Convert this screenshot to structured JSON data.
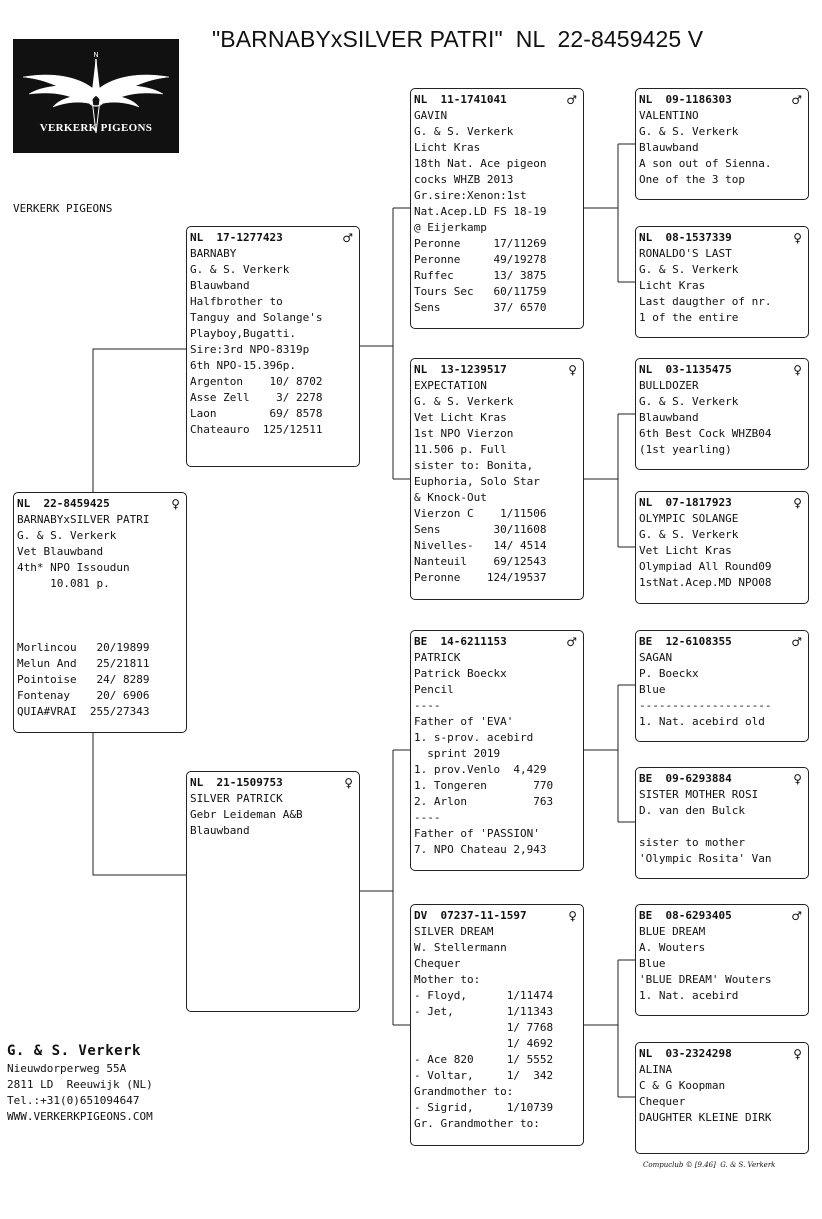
{
  "title": "\"BARNABYxSILVER PATRI\"  NL  22-8459425 V",
  "logo": {
    "text": "VERKERK PIGEONS",
    "compass_letter": "N"
  },
  "side_label": "VERKERK PIGEONS",
  "owner": {
    "name": "G. & S. Verkerk",
    "lines": [
      "Nieuwdorperweg 55A",
      "2811 LD  Reeuwijk (NL)",
      "Tel.:+31(0)651094647",
      "WWW.VERKERKPIGEONS.COM"
    ]
  },
  "footer": "Compuclub © [9.46]  G. & S. Verkerk",
  "symbols": {
    "male": "♂",
    "female": "♀"
  },
  "pigeons": {
    "subject": {
      "ring": "NL  22-8459425",
      "sex": "♀",
      "lines": [
        "BARNABYxSILVER PATRI",
        "G. & S. Verkerk",
        "Vet Blauwband",
        "4th* NPO Issoudun",
        "     10.081 p.",
        "",
        "",
        "",
        "Morlincou   20/19899",
        "Melun And   25/21811",
        "Pointoise   24/ 8289",
        "Fontenay    20/ 6906",
        "QUIA#VRAI  255/27343"
      ]
    },
    "sire": {
      "ring": "NL  17-1277423",
      "sex": "♂",
      "lines": [
        "BARNABY",
        "G. & S. Verkerk",
        "Blauwband",
        "Halfbrother to",
        "Tanguy and Solange's",
        "Playboy,Bugatti.",
        "Sire:3rd NPO-8319p",
        "6th NPO-15.396p.",
        "Argenton    10/ 8702",
        "Asse Zell    3/ 2278",
        "Laon        69/ 8578",
        "Chateauro  125/12511"
      ]
    },
    "dam": {
      "ring": "NL  21-1509753",
      "sex": "♀",
      "lines": [
        "SILVER PATRICK",
        "Gebr Leideman A&B",
        "Blauwband"
      ]
    },
    "ss": {
      "ring": "NL  11-1741041",
      "sex": "♂",
      "lines": [
        "GAVIN",
        "G. & S. Verkerk",
        "Licht Kras",
        "18th Nat. Ace pigeon",
        "cocks WHZB 2013",
        "Gr.sire:Xenon:1st",
        "Nat.Acep.LD FS 18-19",
        "@ Eijerkamp",
        "Peronne     17/11269",
        "Peronne     49/19278",
        "Ruffec      13/ 3875",
        "Tours Sec   60/11759",
        "Sens        37/ 6570"
      ]
    },
    "sd": {
      "ring": "NL  13-1239517",
      "sex": "♀",
      "lines": [
        "EXPECTATION",
        "G. & S. Verkerk",
        "Vet Licht Kras",
        "1st NPO Vierzon",
        "11.506 p. Full",
        "sister to: Bonita,",
        "Euphoria, Solo Star",
        "& Knock-Out",
        "Vierzon C    1/11506",
        "Sens        30/11608",
        "Nivelles-   14/ 4514",
        "Nanteuil    69/12543",
        "Peronne    124/19537"
      ]
    },
    "ds": {
      "ring": "BE  14-6211153",
      "sex": "♂",
      "lines": [
        "PATRICK",
        "Patrick Boeckx",
        "Pencil",
        "----",
        "Father of 'EVA'",
        "1. s-prov. acebird",
        "  sprint 2019",
        "1. prov.Venlo  4,429",
        "1. Tongeren       770",
        "2. Arlon          763",
        "----",
        "Father of 'PASSION'",
        "7. NPO Chateau 2,943"
      ]
    },
    "dd": {
      "ring": "DV  07237-11-1597",
      "sex": "♀",
      "lines": [
        "SILVER DREAM",
        "W. Stellermann",
        "Chequer",
        "Mother to:",
        "- Floyd,      1/11474",
        "- Jet,        1/11343",
        "              1/ 7768",
        "              1/ 4692",
        "- Ace 820     1/ 5552",
        "- Voltar,     1/  342",
        "Grandmother to:",
        "- Sigrid,     1/10739",
        "Gr. Grandmother to:"
      ]
    },
    "sss": {
      "ring": "NL  09-1186303",
      "sex": "♂",
      "lines": [
        "VALENTINO",
        "G. & S. Verkerk",
        "Blauwband",
        "A son out of Sienna.",
        "One of the 3 top"
      ]
    },
    "ssd": {
      "ring": "NL  08-1537339",
      "sex": "♀",
      "lines": [
        "RONALDO'S LAST",
        "G. & S. Verkerk",
        "Licht Kras",
        "Last daugther of nr.",
        "1 of the entire"
      ]
    },
    "sds": {
      "ring": "NL  03-1135475",
      "sex": "♀",
      "lines": [
        "BULLDOZER",
        "G. & S. Verkerk",
        "Blauwband",
        "6th Best Cock WHZB04",
        "(1st yearling)"
      ]
    },
    "sdd": {
      "ring": "NL  07-1817923",
      "sex": "♀",
      "lines": [
        "OLYMPIC SOLANGE",
        "G. & S. Verkerk",
        "Vet Licht Kras",
        "Olympiad All Round09",
        "1stNat.Acep.MD NPO08"
      ]
    },
    "dss": {
      "ring": "BE  12-6108355",
      "sex": "♂",
      "lines": [
        "SAGAN",
        "P. Boeckx",
        "Blue",
        "--------------------",
        "1. Nat. acebird old"
      ]
    },
    "dsd": {
      "ring": "BE  09-6293884",
      "sex": "♀",
      "lines": [
        "SISTER MOTHER ROSI",
        "D. van den Bulck",
        "",
        "sister to mother",
        "'Olympic Rosita' Van"
      ]
    },
    "dds": {
      "ring": "BE  08-6293405",
      "sex": "♂",
      "lines": [
        "BLUE DREAM",
        "A. Wouters",
        "Blue",
        "'BLUE DREAM' Wouters",
        "1. Nat. acebird"
      ]
    },
    "ddd": {
      "ring": "NL  03-2324298",
      "sex": "♀",
      "lines": [
        "ALINA",
        "C & G Koopman",
        "Chequer",
        "DAUGHTER KLEINE DIRK"
      ]
    }
  }
}
